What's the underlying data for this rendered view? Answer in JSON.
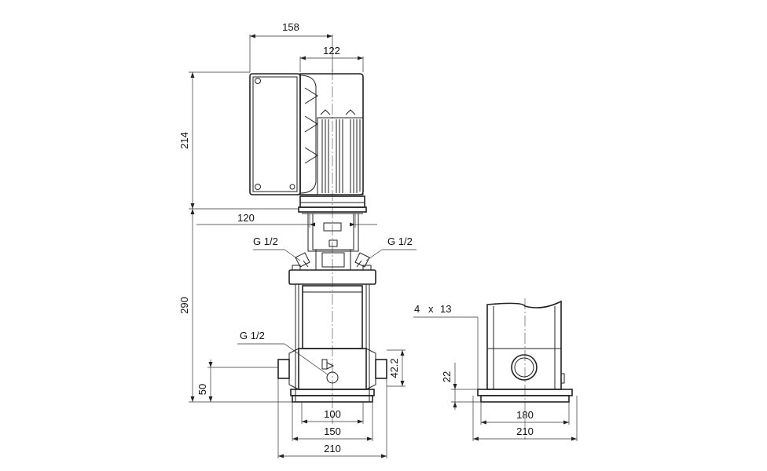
{
  "dimensions": {
    "top_width_158": "158",
    "top_width_122": "122",
    "height_214": "214",
    "width_120": "120",
    "height_290": "290",
    "height_50": "50",
    "height_42_2": "42.2",
    "base_100": "100",
    "base_150": "150",
    "base_210_front": "210",
    "side_height_22": "22",
    "side_180": "180",
    "side_210": "210"
  },
  "labels": {
    "port_left": "G 1/2",
    "port_right": "G 1/2",
    "port_drain": "G 1/2",
    "holes_count": "4",
    "holes_times": "x",
    "holes_size": "13"
  },
  "colors": {
    "line": "#222222",
    "text": "#111111",
    "background": "#ffffff"
  }
}
